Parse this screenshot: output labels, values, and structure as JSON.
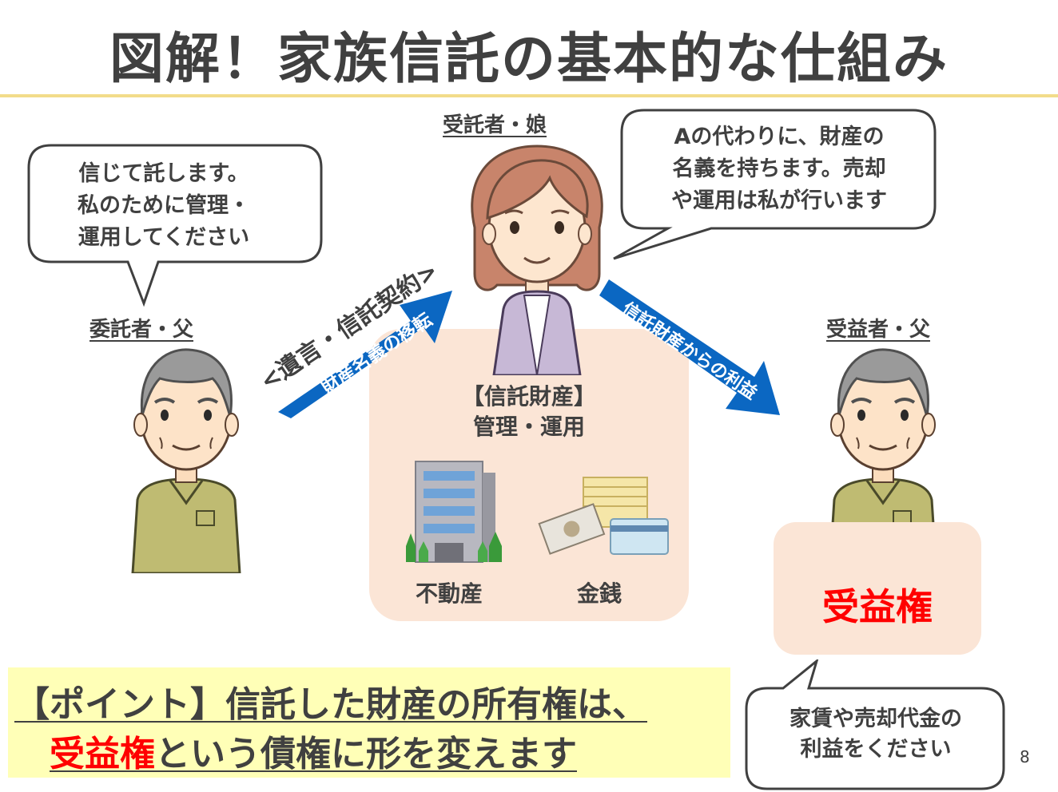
{
  "title": "図解！家族信託の基本的な仕組み",
  "roles": {
    "trustee": "受託者・娘",
    "settlor": "委託者・父",
    "beneficiary": "受益者・父"
  },
  "bubbles": {
    "settlor": [
      "信じて託します。",
      "私のために管理・",
      "運用してください"
    ],
    "trustee": [
      "Aの代わりに、財産の",
      "名義を持ちます。売却",
      "や運用は私が行います"
    ],
    "beneficiary": [
      "家賃や売却代金の",
      "利益をください"
    ]
  },
  "arrows": {
    "left_caption": "<遺言・信託契約>",
    "left_arrow_text": "財産名義の移転",
    "right_arrow_text": "信託財産からの利益"
  },
  "trust_box": {
    "line1": "【信託財産】",
    "line2": "管理・運用",
    "asset_real_estate": "不動産",
    "asset_money": "金銭"
  },
  "beneficial_right": "受益権",
  "point": {
    "line1": "【ポイント】信託した財産の所有権は、",
    "line2_red": "受益権",
    "line2_rest": "という債権に形を変えます"
  },
  "page_number": "8",
  "colors": {
    "arrow_blue": "#0b67c2",
    "highlight_red": "#ff0000",
    "pink_box": "#fbe5d6",
    "point_highlight": "#ffffb7",
    "title_rule": "#f2dc8a"
  }
}
